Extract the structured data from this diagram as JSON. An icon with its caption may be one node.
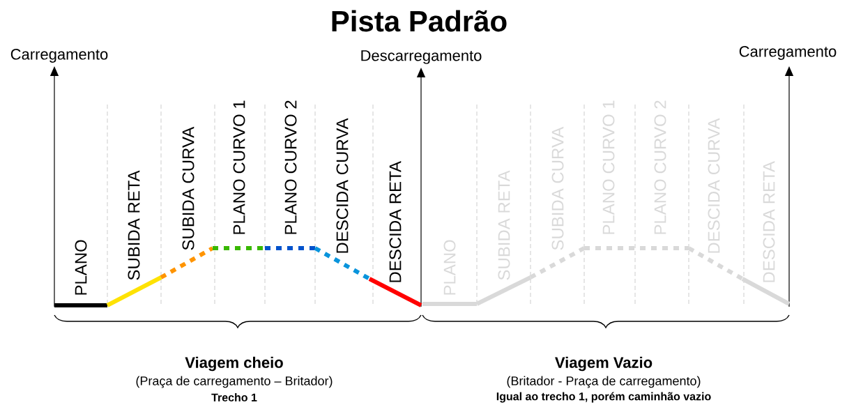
{
  "diagram": {
    "title": "Pista Padrão",
    "labels": [
      "Carregamento",
      "Descarregamento",
      "Carregamento",
      "PLANO",
      "SUBIDA RETA",
      "SUBIDA CURVA",
      "PLANO CURVO 1",
      "PLANO CURVO 2",
      "DESCIDA CURVA",
      "DESCIDA RETA",
      "PLANO",
      "SUBIDA RETA",
      "SUBIDA CURVA",
      "PLANO CURVO 1",
      "PLANO CURVO 2",
      "DESCIDA CURVA",
      "DESCIDA RETA",
      "Viagem cheio",
      "(Praça de carregamento – Britador)",
      "Trecho 1",
      "Viagem Vazio",
      "(Britador - Praça de carregamento)",
      "Igual ao trecho 1, porém caminhão vazio"
    ]
  }
}
